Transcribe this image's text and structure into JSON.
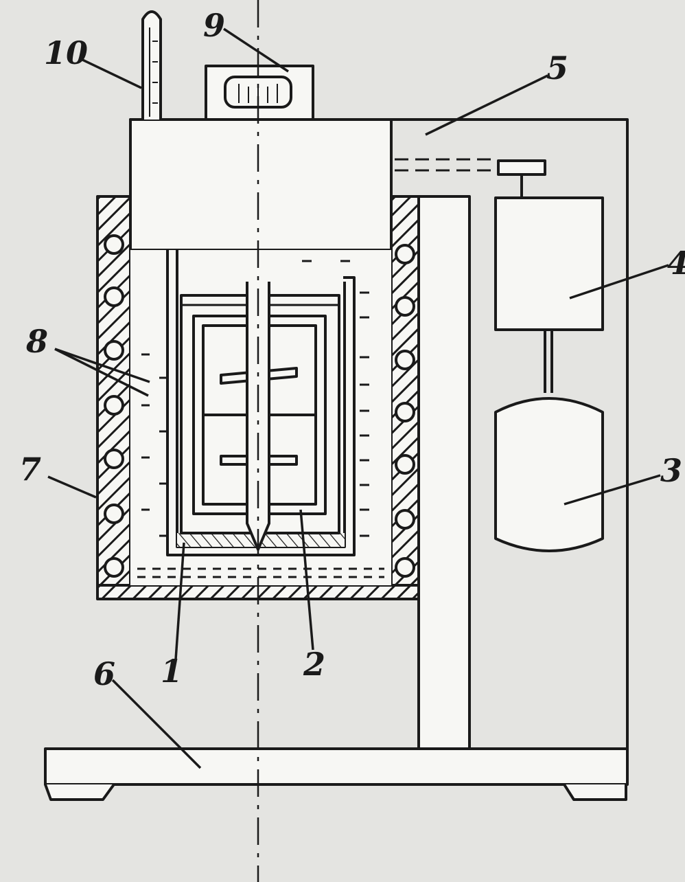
{
  "diagram": {
    "colors": {
      "ink": "#1a1a1a",
      "paper": "#f7f7f4",
      "background": "#e4e4e1"
    },
    "callouts": [
      {
        "id": "1",
        "text": "1"
      },
      {
        "id": "2",
        "text": "2"
      },
      {
        "id": "3",
        "text": "3"
      },
      {
        "id": "4",
        "text": "4"
      },
      {
        "id": "5",
        "text": "5"
      },
      {
        "id": "6",
        "text": "6"
      },
      {
        "id": "7",
        "text": "7"
      },
      {
        "id": "8",
        "text": "8"
      },
      {
        "id": "9",
        "text": "9"
      },
      {
        "id": "10",
        "text": "10"
      }
    ]
  }
}
